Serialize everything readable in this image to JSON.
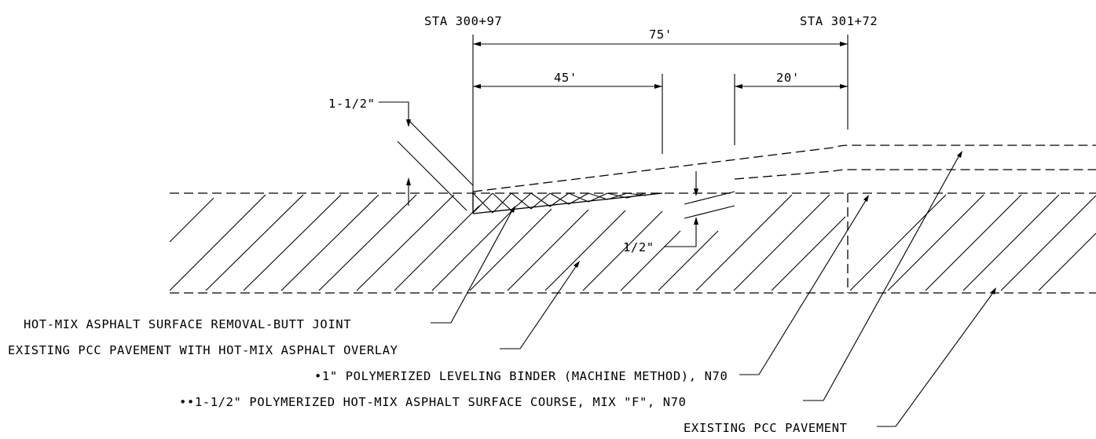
{
  "stations": {
    "left": "STA 300+97",
    "right": "STA 301+72"
  },
  "dimensions": {
    "overall": "75'",
    "left_taper": "45'",
    "right_taper": "20'",
    "surface_thickness": "1-1/2\"",
    "binder_thickness": "1/2\""
  },
  "callouts": {
    "butt_joint": "HOT-MIX ASPHALT SURFACE REMOVAL-BUTT JOINT",
    "existing_overlay": "EXISTING PCC PAVEMENT WITH HOT-MIX ASPHALT OVERLAY",
    "leveling_binder": "•1\" POLYMERIZED LEVELING BINDER (MACHINE METHOD), N70",
    "surface_course": "••1-1/2\" POLYMERIZED HOT-MIX ASPHALT SURFACE COURSE, MIX \"F\", N70",
    "existing_pcc": "EXISTING PCC PAVEMENT"
  }
}
